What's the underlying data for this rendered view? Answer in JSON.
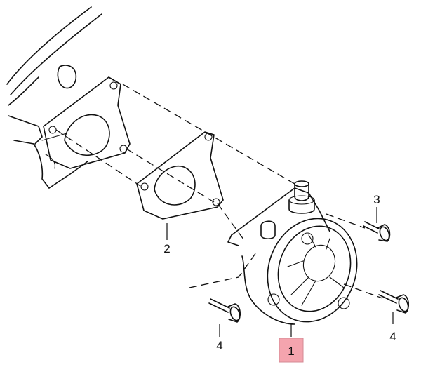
{
  "callouts": [
    {
      "id": "1",
      "label": "1",
      "highlighted": true
    },
    {
      "id": "2",
      "label": "2",
      "highlighted": false
    },
    {
      "id": "3",
      "label": "3",
      "highlighted": false
    },
    {
      "id": "4a",
      "label": "4",
      "highlighted": false
    },
    {
      "id": "4b",
      "label": "4",
      "highlighted": false
    }
  ],
  "colors": {
    "line": "#111111",
    "highlight": "#f4a4ae",
    "background": "#ffffff"
  }
}
